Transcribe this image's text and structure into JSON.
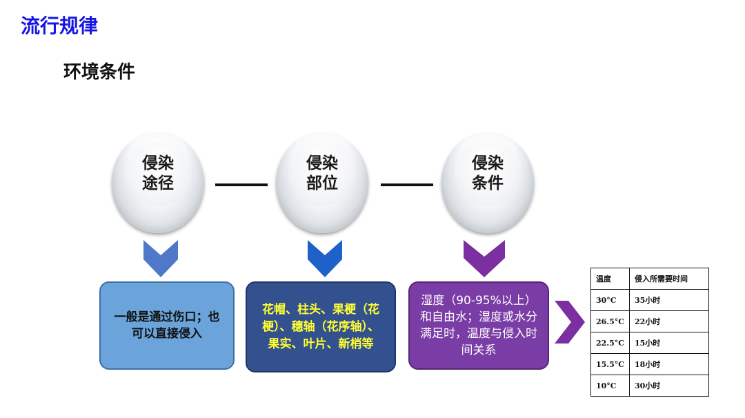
{
  "page": {
    "title": "流行规律",
    "subtitle": "环境条件"
  },
  "colors": {
    "title": "#1515e6",
    "box_1": "#6aa4db",
    "box_2": "#33508f",
    "box_2_text": "#ffff33",
    "box_3": "#7a3ca5",
    "chevron_1": "#4f78c8",
    "chevron_2": "#1e62c9",
    "chevron_3": "#7b2fa0"
  },
  "circles": [
    {
      "label": "侵染途径"
    },
    {
      "label": "侵染部位"
    },
    {
      "label": "侵染条件"
    }
  ],
  "boxes": [
    {
      "text": "一般是通过伤口；也可以直接侵入"
    },
    {
      "text": "花帽、柱头、果梗（花梗）、穗轴（花序轴）、果实、叶片、新梢等"
    },
    {
      "text": "湿度（90-95%以上）和自由水；湿度或水分满足时，温度与侵入时间关系"
    }
  ],
  "table": {
    "headers": [
      "温度",
      "侵入所需要时间"
    ],
    "rows": [
      [
        "30°C",
        "35小时"
      ],
      [
        "26.5°C",
        "22小时"
      ],
      [
        "22.5°C",
        "15小时"
      ],
      [
        "15.5°C",
        "18小时"
      ],
      [
        "10°C",
        "30小时"
      ]
    ]
  },
  "icons": [
    "chevron-down-icon",
    "chevron-down-icon",
    "chevron-down-icon",
    "chevron-right-icon"
  ]
}
